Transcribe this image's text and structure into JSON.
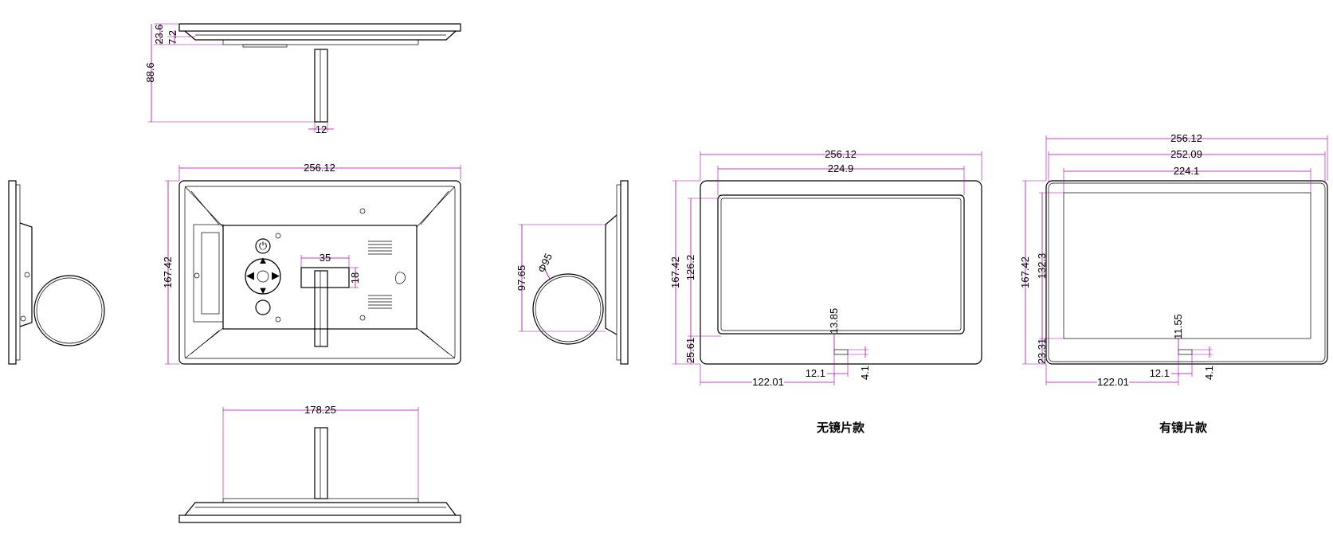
{
  "dimensions": {
    "top_view": {
      "depth_total": "88.6",
      "frame_depth": "23.6",
      "back_depth": "7.2",
      "stand_width": "12"
    },
    "front_view": {
      "width": "256.12",
      "height": "167.42",
      "slot_width": "35",
      "slot_height": "18"
    },
    "side_view": {
      "stand_height": "97.65",
      "ring_dia": "Φ95"
    },
    "bottom_view": {
      "back_width": "178.25"
    },
    "no_lens": {
      "width": "256.12",
      "screen_width": "224.9",
      "height": "167.42",
      "screen_height": "126.2",
      "bottom_border": "25.61",
      "sensor_height": "13.85",
      "sensor_width": "12.1",
      "sensor_depth": "4.1",
      "sensor_offset": "122.01"
    },
    "with_lens": {
      "width": "256.12",
      "lens_width": "252.09",
      "screen_width": "224.1",
      "height": "167.42",
      "screen_height": "132.3",
      "bottom_border": "23.31",
      "sensor_height": "11.55",
      "sensor_width": "12.1",
      "sensor_depth": "4.1",
      "sensor_offset": "122.01"
    }
  },
  "captions": {
    "no_lens": "无镜片款",
    "with_lens": "有镜片款"
  }
}
